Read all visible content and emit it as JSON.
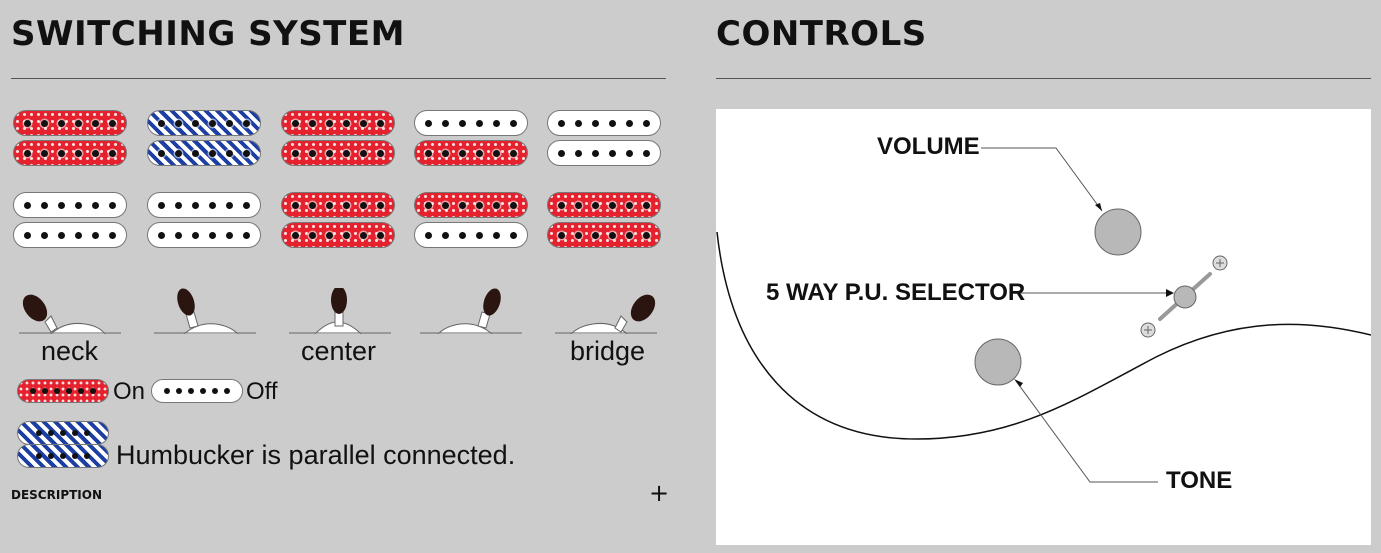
{
  "switching": {
    "title": "SWITCHING SYSTEM",
    "pickup_grid": [
      [
        [
          "on",
          "on"
        ],
        [
          "par",
          "par"
        ],
        [
          "on",
          "on"
        ],
        [
          "off",
          "on"
        ],
        [
          "off",
          "off"
        ]
      ],
      [
        [
          "off",
          "off"
        ],
        [
          "off",
          "off"
        ],
        [
          "on",
          "on"
        ],
        [
          "on",
          "off"
        ],
        [
          "on",
          "on"
        ]
      ]
    ],
    "positions": [
      "neck",
      "center",
      "bridge"
    ],
    "legend": {
      "on_label": "On",
      "off_label": "Off",
      "parallel_label": "Humbucker is parallel connected."
    },
    "description_label": "DESCRIPTION",
    "expand_symbol": "+"
  },
  "controls": {
    "title": "CONTROLS",
    "volume_label": "VOLUME",
    "selector_label": "5 WAY P.U. SELECTOR",
    "tone_label": "TONE"
  },
  "colors": {
    "on_red": "#e5212e",
    "parallel_blue": "#1d3fa3",
    "background": "#cccccc"
  },
  "icons": [
    "humbucker-pickup-icon",
    "toggle-switch-icon",
    "plus-icon",
    "knob-icon"
  ]
}
